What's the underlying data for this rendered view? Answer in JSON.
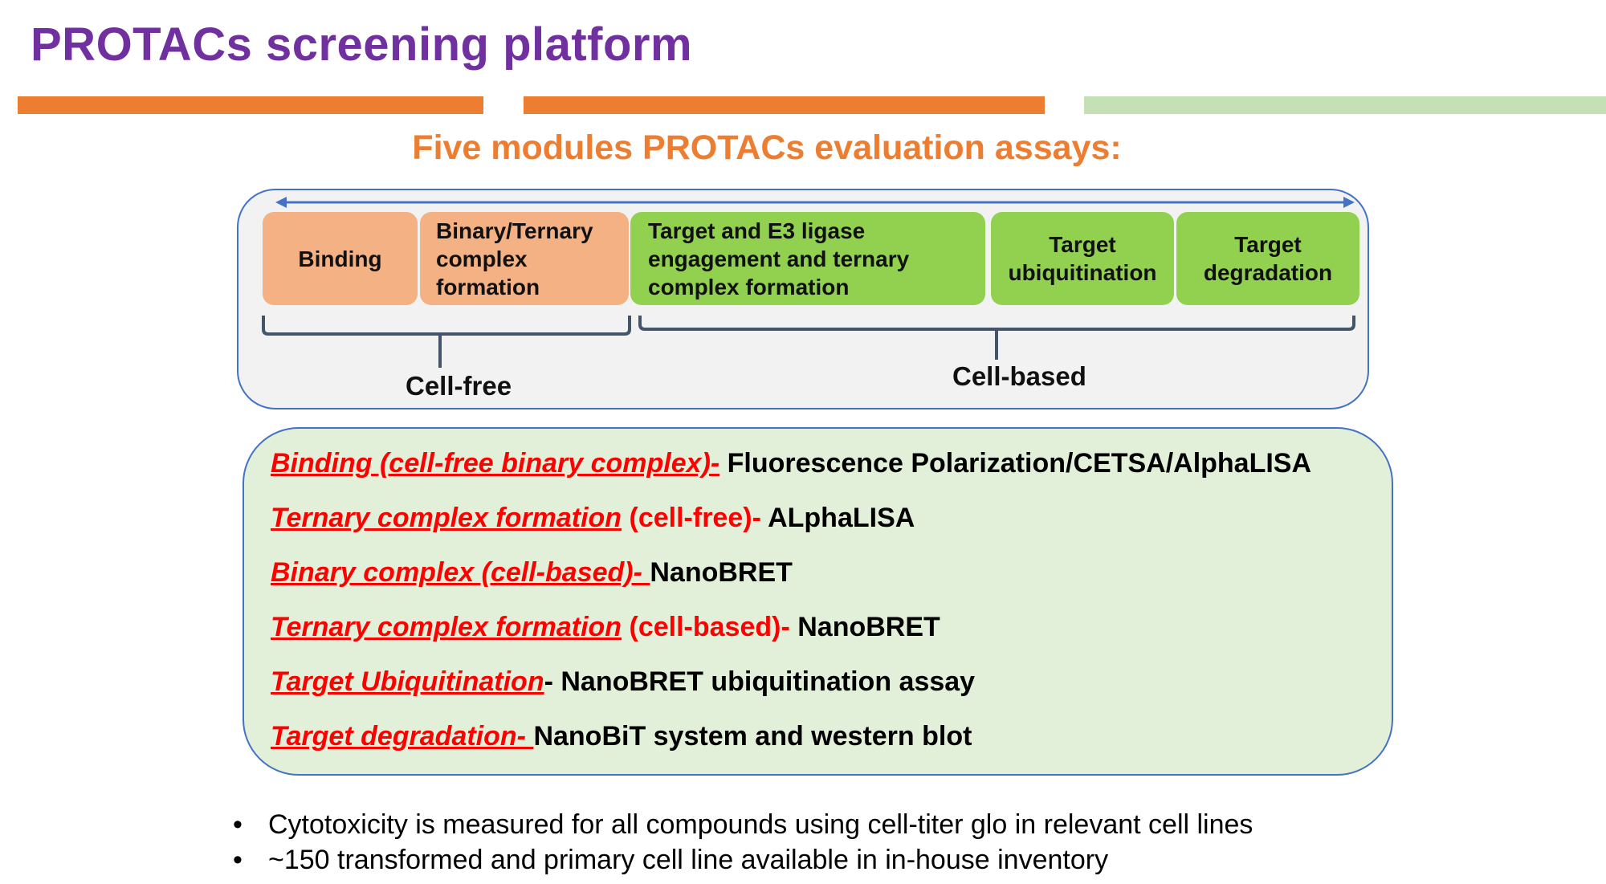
{
  "title": "PROTACs screening platform",
  "subtitle": "Five modules PROTACs evaluation assays:",
  "modules": [
    {
      "label": "Binding"
    },
    {
      "label": "Binary/Ternary complex formation",
      "lines": [
        "Binary/Ternary",
        "complex",
        "formation"
      ]
    },
    {
      "label": "Target and E3 ligase engagement and ternary complex formation",
      "lines": [
        "Target and E3 ligase",
        "engagement and ternary",
        "complex formation"
      ]
    },
    {
      "label": "Target ubiquitination",
      "lines": [
        "Target",
        "ubiquitination"
      ]
    },
    {
      "label": "Target degradation",
      "lines": [
        "Target",
        "degradation"
      ]
    }
  ],
  "groups": {
    "cell_free": "Cell-free",
    "cell_based": "Cell-based"
  },
  "assays": [
    {
      "name": "Binding (cell-free binary complex)-",
      "context": "",
      "method": " Fluorescence Polarization/CETSA/AlphaLISA"
    },
    {
      "name": "Ternary complex formation",
      "context": " (cell-free)-",
      "method": " ALphaLISA"
    },
    {
      "name": "Binary complex (cell-based)- ",
      "context": "",
      "method": "NanoBRET"
    },
    {
      "name": "Ternary complex formation",
      "context": " (cell-based)-",
      "method": "  NanoBRET"
    },
    {
      "name": "Target Ubiquitination",
      "context": "",
      "method": "- NanoBRET ubiquitination assay"
    },
    {
      "name": "Target degradation- ",
      "context": "",
      "method": "NanoBiT system and western blot"
    }
  ],
  "notes": [
    "Cytotoxicity is measured for all compounds using cell-titer glo in relevant cell lines",
    "~150 transformed and primary cell line available in in-house inventory"
  ],
  "colors": {
    "title": "#7030A0",
    "accent_orange": "#ED7D31",
    "accent_green_light": "#C5E0B4",
    "module_orange": "#F4B183",
    "module_green": "#92D050",
    "panel_border": "#4472C4",
    "assay_red": "#FF0000"
  }
}
